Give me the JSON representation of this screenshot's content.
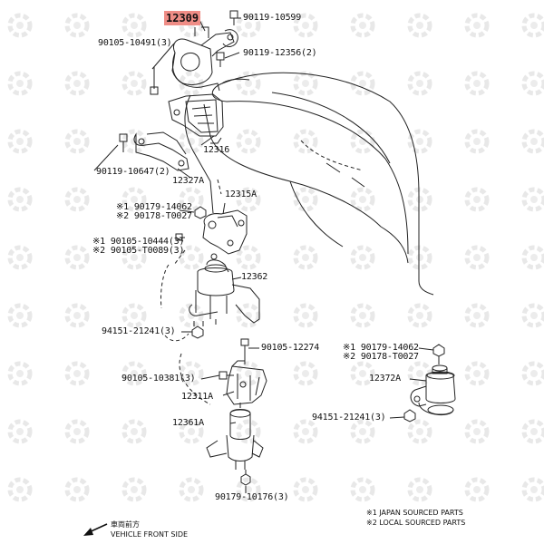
{
  "labels": {
    "highlight_part": "12309",
    "p_90119_10599": "90119-10599",
    "p_90105_10491": "90105-10491(3)",
    "p_90119_12356": "90119-12356(2)",
    "p_12316": "12316",
    "p_90119_10647": "90119-10647(2)",
    "p_12327A": "12327A",
    "p_12315A": "12315A",
    "p_90179_14062_a": "※1 90179-14062",
    "p_90178_T0027_a": "※2 90178-T0027",
    "p_90105_10444": "※1 90105-10444(3)",
    "p_90105_T0089": "※2 90105-T0089(3)",
    "p_12362": "12362",
    "p_94151_21241_a": "94151-21241(3)",
    "p_90105_12274": "90105-12274",
    "p_90179_14062_b": "※1 90179-14062",
    "p_90178_T0027_b": "※2 90178-T0027",
    "p_90105_10381": "90105-10381(3)",
    "p_12372A": "12372A",
    "p_12311A": "12311A",
    "p_94151_21241_b": "94151-21241(3)",
    "p_12361A": "12361A",
    "p_90179_10176": "90179-10176(3)"
  },
  "legend": {
    "note1": "※1 JAPAN SOURCED PARTS",
    "note2": "※2 LOCAL SOURCED PARTS"
  },
  "direction": {
    "jp": "車両前方",
    "en": "VEHICLE FRONT SIDE"
  },
  "colors": {
    "highlight": "#ef8d86",
    "watermark": "#e9e9e9",
    "line": "#222222"
  }
}
